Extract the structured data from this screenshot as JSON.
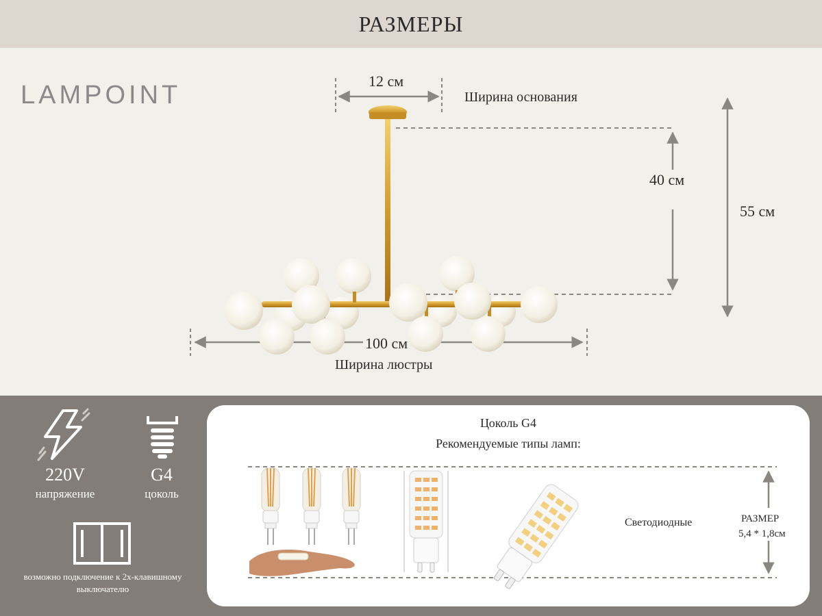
{
  "header": {
    "title": "РАЗМЕРЫ"
  },
  "brand": {
    "name": "LAMPOINT"
  },
  "dimensions": {
    "base_width": "12 см",
    "base_caption": "Ширина основания",
    "drop_height": "40 см",
    "total_height": "55 см",
    "chandelier_width": "100 см",
    "chandelier_caption": "Ширина люстры"
  },
  "specs": {
    "voltage_value": "220V",
    "voltage_label": "напряжение",
    "socket_value": "G4",
    "socket_label": "цоколь",
    "switch_note_line1": "возможно подключение к 2х-клавишному",
    "switch_note_line2": "выключателю"
  },
  "lamp_card": {
    "title": "Цоколь G4",
    "subtitle": "Рекомендуемые типы ламп:",
    "type_label": "Светодиодные",
    "size_label": "РАЗМЕР",
    "size_value": "5,4 * 1,8см"
  },
  "colors": {
    "header_bg": "#ddd7cf",
    "page_bg": "#f1f0eb",
    "bottom_bg": "#827d78",
    "gold": "#d9a63a",
    "dimension_line": "#8a8680"
  }
}
